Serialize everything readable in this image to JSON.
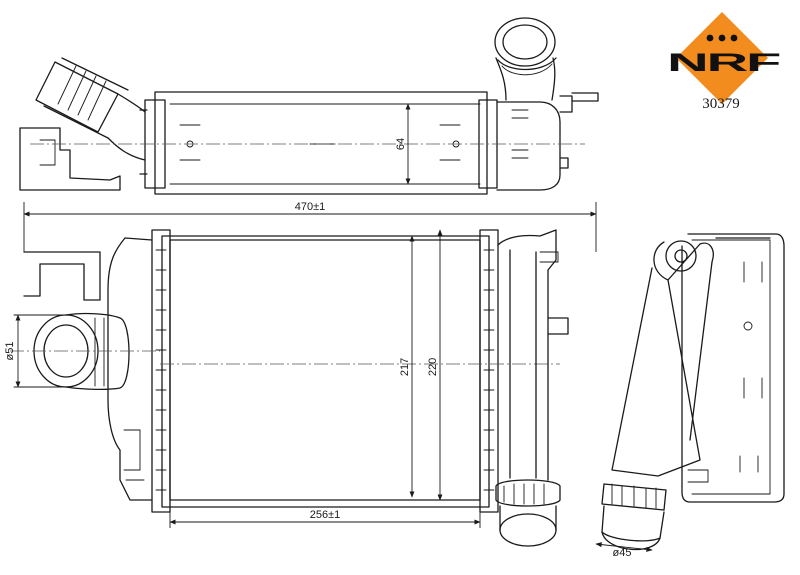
{
  "brand": {
    "name": "NRF",
    "logo_color": "#F28C1E",
    "part_number": "30379"
  },
  "dimensions": {
    "top_height": "64",
    "overall_width": "470±1",
    "core_width": "256±1",
    "core_height_inner": "217",
    "core_height_outer": "220",
    "inlet_diameter": "ø51",
    "outlet_diameter": "ø45"
  }
}
